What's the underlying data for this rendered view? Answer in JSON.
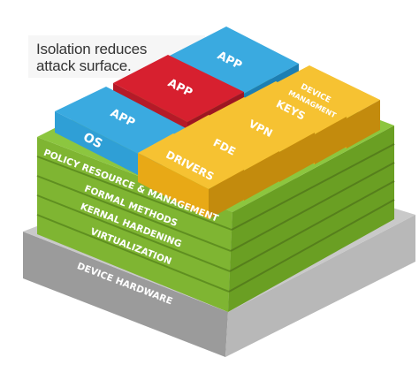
{
  "caption": {
    "line1": "Isolation reduces",
    "line2": "attack surface."
  },
  "colors": {
    "app_blue": "#2f9fd6",
    "app_red": "#d21f32",
    "module_yellow": "#f0b51b",
    "layer_green": "#7fb532",
    "hardware_gray": "#9a9a9a"
  },
  "blocks": {
    "os": "OS",
    "app_front": "APP",
    "app_red": "APP",
    "app_back": "APP",
    "drivers": "DRIVERS",
    "fde": "FDE",
    "vpn": "VPN",
    "keys": "KEYS",
    "device_management_line1": "DEVICE",
    "device_management_line2": "MANAGMENT"
  },
  "layers": {
    "policy": "POLICY RESOURCE & MANAGEMENT",
    "formal": "FORMAL METHODS",
    "kernal": "KERNAL HARDENING",
    "virtualization": "VIRTUALIZATION",
    "hardware": "DEVICE HARDWARE"
  }
}
